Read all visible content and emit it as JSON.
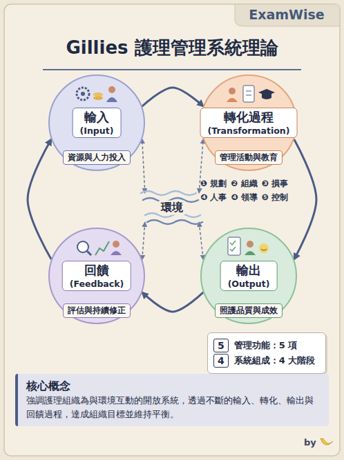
{
  "diagram": {
    "title": "Gillies 護理管理系統理論",
    "nodes": [
      {
        "text": [
          "輸入",
          "(Input)",
          "資源與人力投入"
        ]
      },
      {
        "text": [
          "轉化過程",
          "(Transformation)",
          "管理活動與教育"
        ]
      },
      {
        "text": [
          "環境"
        ]
      },
      {
        "text": [
          "回饋",
          "(Feedback)",
          "評估與持續修正"
        ]
      },
      {
        "text": [
          "輸出",
          "(Output)",
          "照護品質與成效"
        ]
      },
      {
        "text": [
          "5",
          "管理功能：5 項",
          "4",
          "系統組成：4 大階段"
        ]
      },
      {
        "text": [
          "核心概念",
          "強調護理組織為與環境互動的開放系統，透過不斷的輸入、轉化、輸出與回饋過程，達成組織目標並維持平衡。"
        ]
      }
    ],
    "edges": [
      {
        "from": 0,
        "to": 1,
        "arrow": "to"
      },
      {
        "from": 1,
        "to": 4,
        "arrow": "to"
      },
      {
        "from": 4,
        "to": 3,
        "arrow": "to"
      },
      {
        "from": 3,
        "to": 0,
        "arrow": "to"
      },
      {
        "from": 2,
        "to": 0,
        "arrow": "both"
      },
      {
        "from": 2,
        "to": 1,
        "arrow": "both"
      },
      {
        "from": 2,
        "to": 3,
        "arrow": "both"
      },
      {
        "from": 2,
        "to": 4,
        "arrow": "both"
      }
    ],
    "labels": [
      "ExamWise",
      "❶ 規劃",
      "❷ 組織",
      "❸ 損事",
      "❹ 人事",
      "❹ 領導",
      "❺ 控制",
      "by"
    ]
  }
}
